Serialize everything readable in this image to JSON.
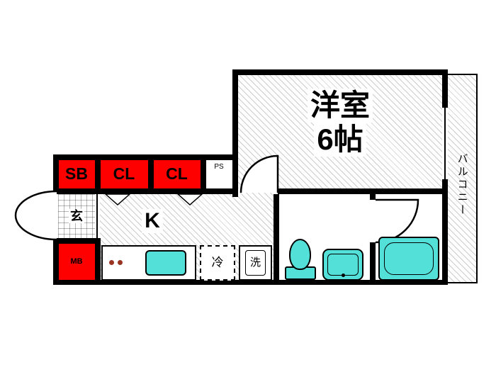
{
  "floorplan": {
    "main_room": {
      "label": "洋室",
      "size": "6帖"
    },
    "balcony": {
      "label": "バルコニー"
    },
    "kitchen": {
      "label": "K"
    },
    "entrance": {
      "label": "玄"
    },
    "shoe_box": {
      "label": "SB"
    },
    "closet_a": {
      "label": "CL"
    },
    "closet_b": {
      "label": "CL"
    },
    "pipe_space": {
      "label": "PS"
    },
    "meter_box": {
      "label": "MB"
    },
    "refrigerator": {
      "label": "冷"
    },
    "washing_machine": {
      "label": "洗"
    },
    "colors": {
      "accent_red": "#ff0000",
      "fixture_cyan": "#52e0d8",
      "wall": "#000000",
      "hatch_gray": "#bdbdbd"
    }
  }
}
